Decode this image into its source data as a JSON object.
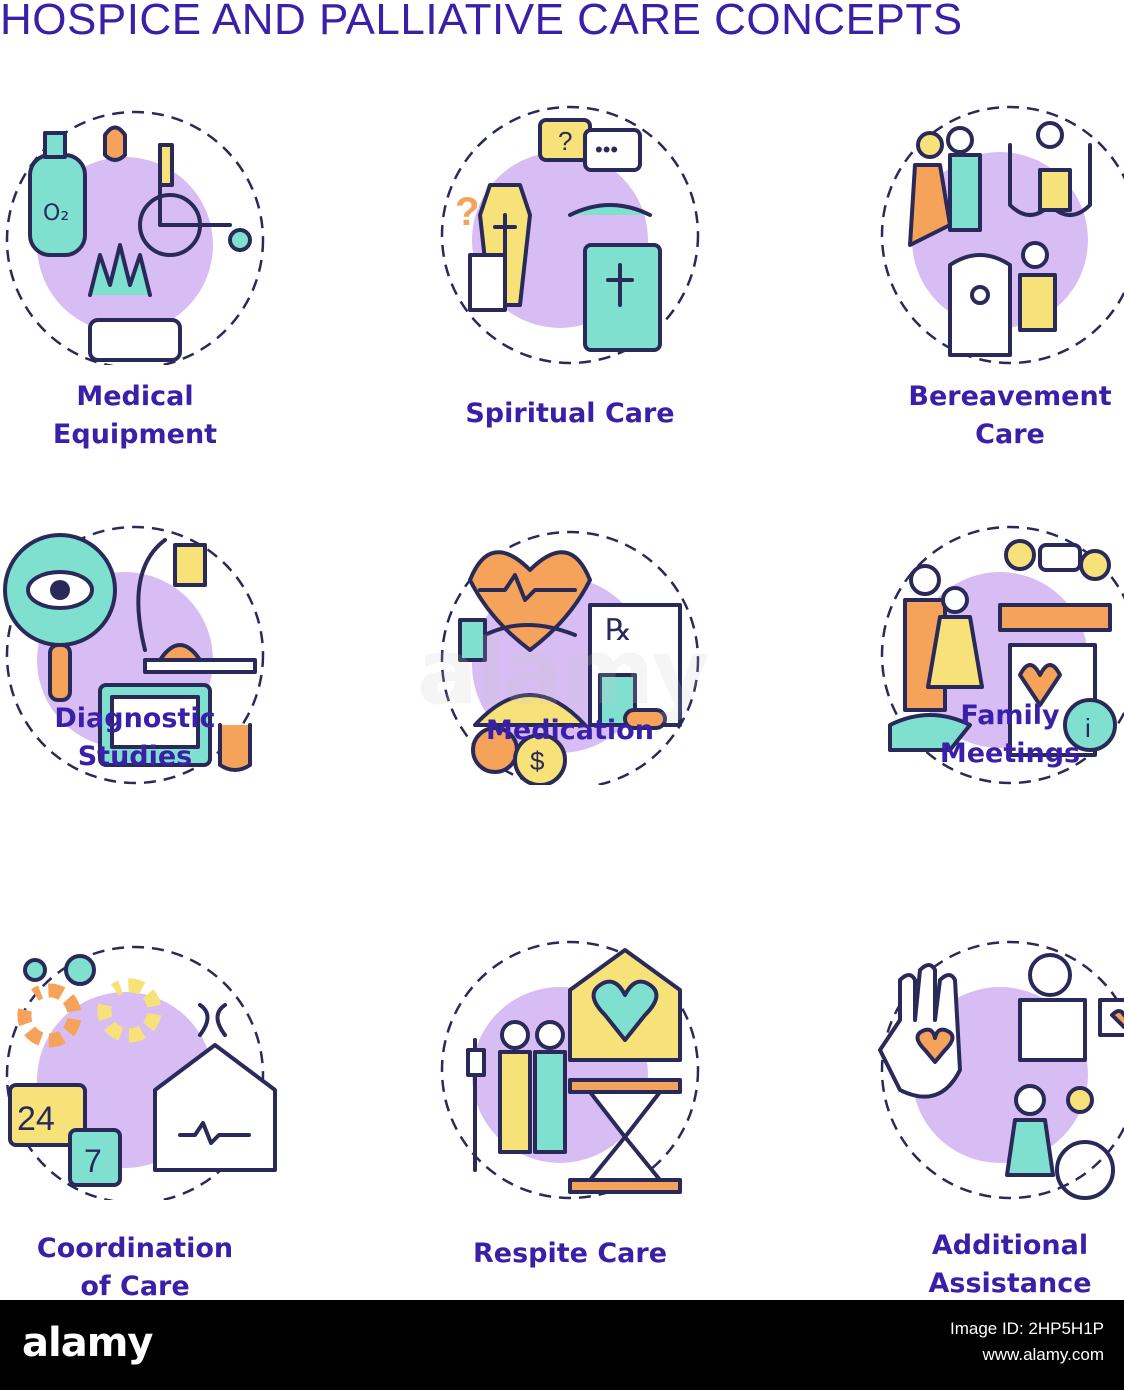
{
  "header": {
    "title": "HOSPICE AND PALLIATIVE CARE CONCEPTS"
  },
  "colors": {
    "primary": "#3a1fa8",
    "circle": "#d7bdf3",
    "yellow": "#f7e27a",
    "teal": "#7fe0d0",
    "orange": "#f5a25a",
    "line": "#2a2a5a"
  },
  "concepts": [
    {
      "label1": "Medical",
      "label2": "Equipment",
      "icon": "medical-equipment-icon"
    },
    {
      "label1": "Spiritual Care",
      "label2": "",
      "icon": "spiritual-care-icon"
    },
    {
      "label1": "Bereavement",
      "label2": "Care",
      "icon": "bereavement-care-icon"
    },
    {
      "label1": "Diagnostic",
      "label2": "Studies",
      "icon": "diagnostic-studies-icon"
    },
    {
      "label1": "Medication",
      "label2": "",
      "icon": "medication-icon"
    },
    {
      "label1": "Family",
      "label2": "Meetings",
      "icon": "family-meetings-icon"
    },
    {
      "label1": "Coordination",
      "label2": "of Care",
      "icon": "coordination-of-care-icon"
    },
    {
      "label1": "Respite Care",
      "label2": "",
      "icon": "respite-care-icon"
    },
    {
      "label1": "Additional",
      "label2": "Assistance",
      "icon": "additional-assistance-icon"
    }
  ],
  "watermark": "alamy",
  "footer": {
    "logo": "alamy",
    "image_id": "Image ID: 2HP5H1P",
    "site": "www.alamy.com"
  }
}
